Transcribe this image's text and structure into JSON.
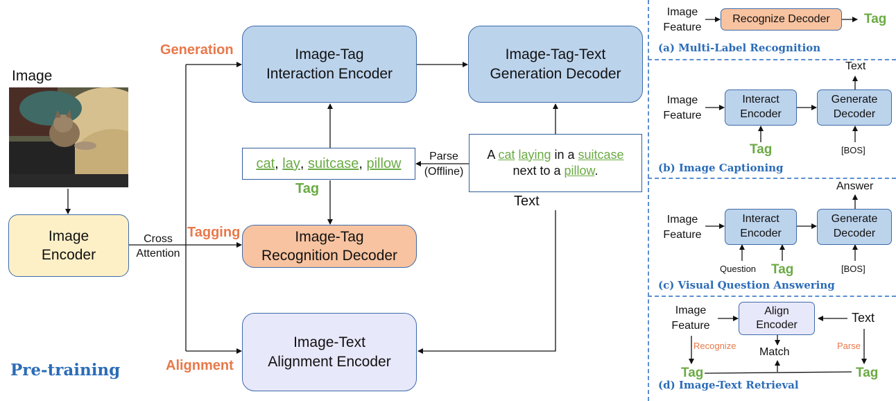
{
  "main": {
    "image_label": "Image",
    "image_encoder": "Image\nEncoder",
    "cross_attention": "Cross\nAttention",
    "generation_label": "Generation",
    "tagging_label": "Tagging",
    "alignment_label": "Alignment",
    "interaction_encoder": "Image-Tag\nInteraction Encoder",
    "generation_decoder": "Image-Tag-Text\nGeneration Decoder",
    "recognition_decoder": "Image-Tag\nRecognition Decoder",
    "alignment_encoder": "Image-Text\nAlignment Encoder",
    "tags": [
      "cat",
      "lay",
      "suitcase",
      "pillow"
    ],
    "tag_label": "Tag",
    "parse_label": "Parse\n(Offline)",
    "text_label": "Text",
    "caption": {
      "p1": "A ",
      "w1": "cat",
      "p2": " ",
      "w2": "laying",
      "p3": " in a ",
      "w3": "suitcase",
      "p4": "next to a ",
      "w4": "pillow",
      "p5": "."
    },
    "pretraining": "Pre-training"
  },
  "panel_a": {
    "input": "Image\nFeature",
    "box": "Recognize Decoder",
    "output": "Tag",
    "caption": "(a) Multi-Label Recognition"
  },
  "panel_b": {
    "input": "Image\nFeature",
    "encoder": "Interact\nEncoder",
    "decoder": "Generate\nDecoder",
    "output": "Text",
    "tag": "Tag",
    "bos": "[BOS]",
    "caption": "(b) Image Captioning"
  },
  "panel_c": {
    "input": "Image\nFeature",
    "encoder": "Interact\nEncoder",
    "decoder": "Generate\nDecoder",
    "output": "Answer",
    "question": "Question",
    "tag": "Tag",
    "bos": "[BOS]",
    "caption": "(c) Visual Question Answering"
  },
  "panel_d": {
    "input": "Image\nFeature",
    "encoder": "Align\nEncoder",
    "text": "Text",
    "recognize": "Recognize",
    "parse": "Parse",
    "match": "Match",
    "tag_left": "Tag",
    "tag_right": "Tag",
    "caption": "(d) Image-Text Retrieval"
  },
  "colors": {
    "blue_box": "#bcd3ec",
    "orange_box": "#f8c3a0",
    "lavender_box": "#e8e8fb",
    "yellow_box": "#fdf0c7",
    "border": "#3d6aa8",
    "tag_green": "#6aaa43",
    "accent_orange": "#e8784a",
    "caption_blue": "#2b6cb8"
  }
}
